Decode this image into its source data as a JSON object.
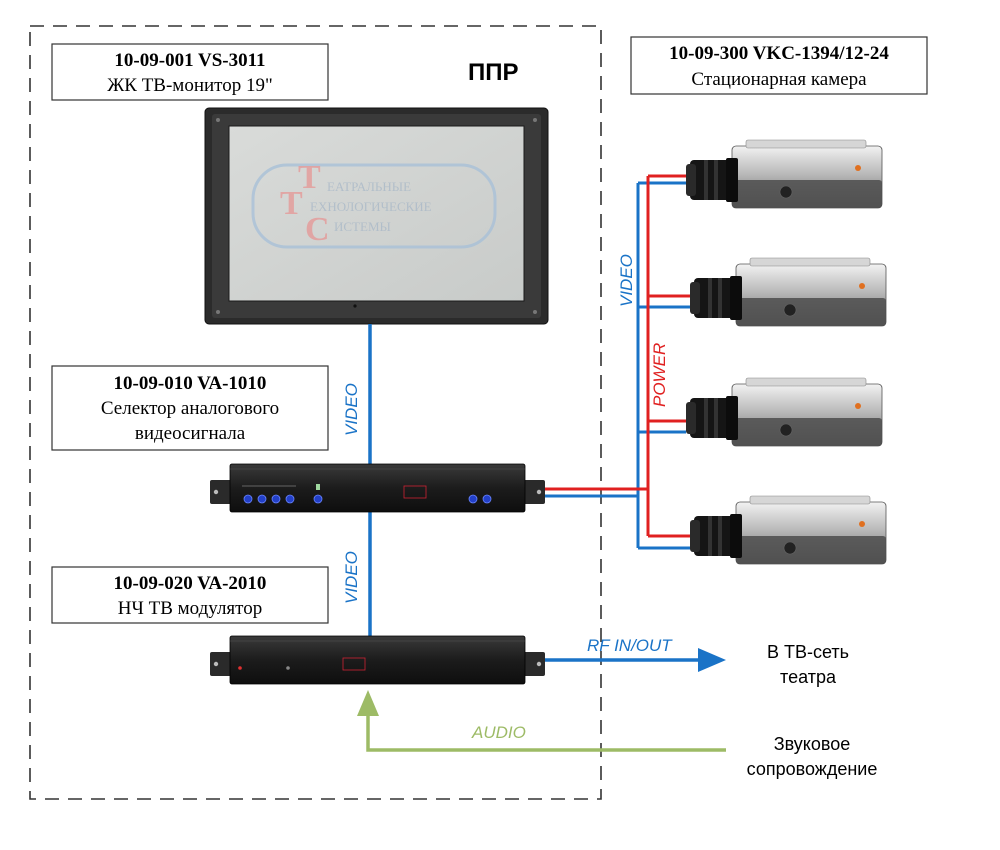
{
  "zone_label": "ППР",
  "devices": {
    "monitor": {
      "code": "10-09-001  VS-3011",
      "desc": "ЖК ТВ-монитор 19\""
    },
    "selector": {
      "code": "10-09-010  VA-1010",
      "desc_line1": "Селектор аналогового",
      "desc_line2": "видеосигнала"
    },
    "modulator": {
      "code": "10-09-020  VA-2010",
      "desc": "НЧ ТВ модулятор"
    },
    "camera": {
      "code": "10-09-300  VKC-1394/12-24",
      "desc": "Стационарная камера"
    }
  },
  "watermark": {
    "line1": "ЕАТРАЛЬНЫЕ",
    "line2": "ЕХНОЛОГИЧЕСКИЕ",
    "line3": "ИСТЕМЫ"
  },
  "signals": {
    "video_1": "VIDEO",
    "video_2": "VIDEO",
    "video_cams": "VIDEO",
    "power": "POWER",
    "rf": "RF IN/OUT",
    "audio": "AUDIO"
  },
  "destinations": {
    "tv_line1": "В ТВ-сеть",
    "tv_line2": "театра",
    "sound_line1": "Звуковое",
    "sound_line2": "сопровождение"
  },
  "colors": {
    "video": "#1a73c7",
    "power": "#e02020",
    "audio": "#9dbb66",
    "rf": "#1a73c7"
  },
  "icons": {
    "monitor": "lcd-monitor-icon",
    "selector": "rack-selector-icon",
    "modulator": "rack-modulator-icon",
    "camera": "box-camera-icon"
  }
}
